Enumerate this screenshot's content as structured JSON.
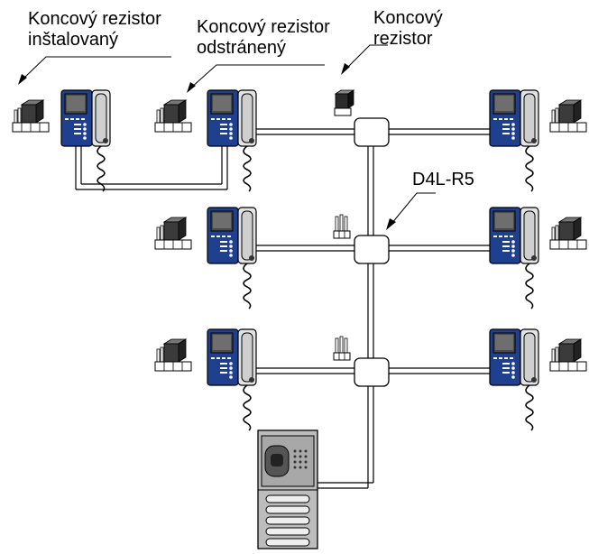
{
  "labels": {
    "installed": [
      "Koncový rezistor",
      "inštalovaný"
    ],
    "removed": [
      "Koncový rezistor",
      "odstránený"
    ],
    "terminal": [
      "Koncový",
      "rezistor"
    ],
    "distributor": "D4L-R5"
  },
  "colors": {
    "line": "#000000",
    "phone_body": "#d9d9d9",
    "phone_panel": "#1f3f8f",
    "screen": "#3a3a3a",
    "resistor_dark": "#333333",
    "door_panel": "#bdbdbd"
  }
}
